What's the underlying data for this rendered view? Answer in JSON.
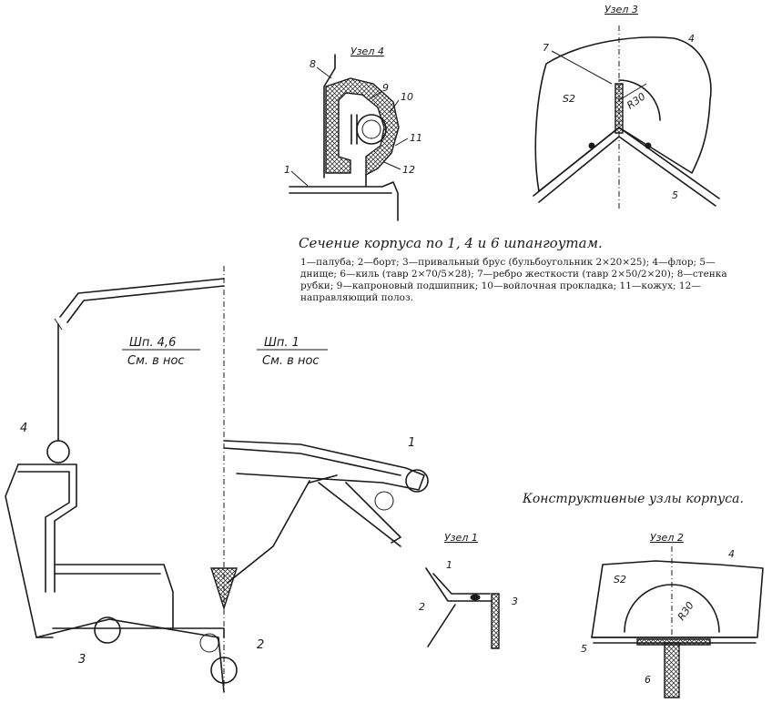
{
  "captions": {
    "section_title": "Сечение корпуса по 1, 4 и 6 шпангоутам.",
    "legend": "1—палуба; 2—борт; 3—привальный брус (бульбоугольник 2×20×25); 4—флор; 5—днище; 6—киль (тавр 2×70/5×28); 7—ребро жесткости (тавр 2×50/2×20); 8—стенка рубки; 9—капроновый подшипник; 10—войлочная прокладка; 11—кожух; 12—направляющий полоз.",
    "figure_title": "Конструктивные узлы корпуса."
  },
  "section": {
    "left_label_1": "Шп. 4,6",
    "left_label_2": "См. в нос",
    "right_label_1": "Шп. 1",
    "right_label_2": "См. в нос",
    "callouts": [
      "4",
      "1",
      "2",
      "3"
    ]
  },
  "node4": {
    "title": "Узел 4",
    "labels": [
      "8",
      "9",
      "10",
      "11",
      "12",
      "1"
    ]
  },
  "node3": {
    "title": "Узел 3",
    "labels": [
      "7",
      "4",
      "S2",
      "R30",
      "5"
    ]
  },
  "node1": {
    "title": "Узел 1",
    "labels": [
      "1",
      "2",
      "3"
    ]
  },
  "node2": {
    "title": "Узел 2",
    "labels": [
      "4",
      "S2",
      "R30",
      "5",
      "6"
    ]
  },
  "colors": {
    "ink": "#1a1a1a",
    "paper": "#ffffff"
  }
}
